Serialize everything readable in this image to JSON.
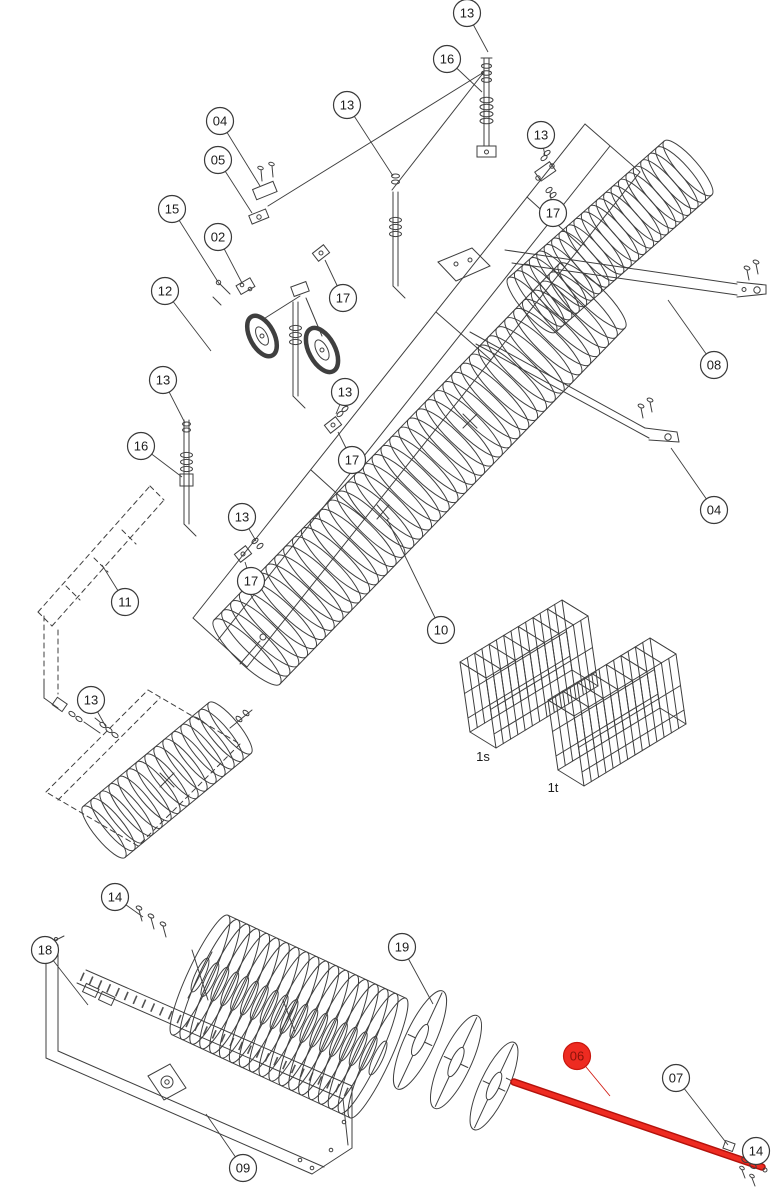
{
  "diagram": {
    "type": "exploded-parts-diagram",
    "background_color": "#ffffff",
    "line_color": "#3f3f3f",
    "highlight_color": "#ee2b21",
    "highlighted_part": "06"
  },
  "callouts": [
    {
      "label": "13"
    },
    {
      "label": "16"
    },
    {
      "label": "13"
    },
    {
      "label": "04"
    },
    {
      "label": "05"
    },
    {
      "label": "13"
    },
    {
      "label": "15"
    },
    {
      "label": "02"
    },
    {
      "label": "17"
    },
    {
      "label": "12"
    },
    {
      "label": "17"
    },
    {
      "label": "08"
    },
    {
      "label": "13"
    },
    {
      "label": "13"
    },
    {
      "label": "16"
    },
    {
      "label": "17"
    },
    {
      "label": "04"
    },
    {
      "label": "13"
    },
    {
      "label": "17"
    },
    {
      "label": "11"
    },
    {
      "label": "10"
    },
    {
      "label": "13"
    },
    {
      "label": "14"
    },
    {
      "label": "18"
    },
    {
      "label": "19"
    },
    {
      "label": "06",
      "highlighted": true
    },
    {
      "label": "07"
    },
    {
      "label": "09"
    },
    {
      "label": "14"
    }
  ],
  "inline_labels": [
    {
      "label": "1s"
    },
    {
      "label": "1t"
    }
  ]
}
